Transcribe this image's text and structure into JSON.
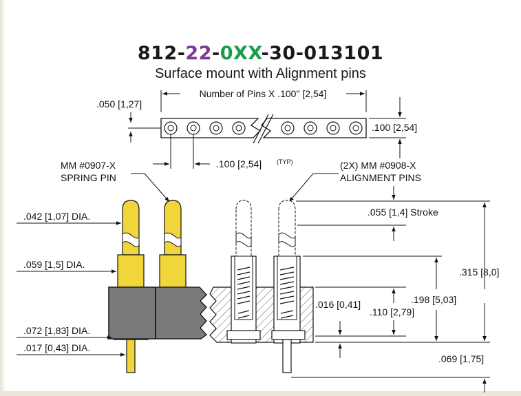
{
  "part_number": {
    "prefix": "812-",
    "variant": "22",
    "sep1": "-",
    "pins": "0XX",
    "suffix": "-30-013101"
  },
  "subtitle": "Surface mount with Alignment pins",
  "colors": {
    "variant": "#7d3a96",
    "pins": "#1a9c48",
    "gold": "#f0d63a",
    "gold_dark": "#d9b400",
    "insulator": "#7a7a7a",
    "insulator_dark": "#555555"
  },
  "top_view": {
    "pitch_label": "Number of Pins X .100\" [2,54]",
    "edge_label": ".050 [1,27]",
    "height_label": ".100 [2,54]",
    "spacing_label": ".100 [2,54]",
    "spacing_typ": "(TYP)"
  },
  "callouts": {
    "spring_pin_1": "MM #0907-X",
    "spring_pin_2": "SPRING PIN",
    "align_pin_1": "(2X) MM #0908-X",
    "align_pin_2": "ALIGNMENT PINS"
  },
  "diameters": {
    "tip": ".042 [1,07] DIA.",
    "barrel": ".059 [1,5] DIA.",
    "shoulder": ".072 [1,83] DIA.",
    "tail": ".017 [0,43] DIA."
  },
  "dimensions": {
    "stroke": ".055 [1,4] Stroke",
    "overall": ".315 [8,0]",
    "body_height": ".198 [5,03]",
    "d016": ".016 [0,41]",
    "d110": ".110 [2,79]",
    "d069": ".069 [1,75]"
  }
}
